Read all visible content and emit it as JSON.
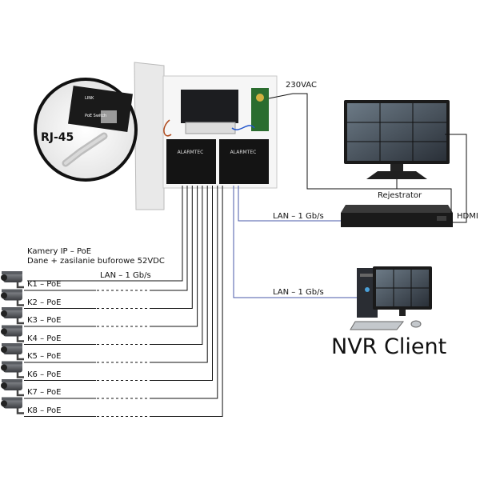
{
  "labels": {
    "power": "230VAC",
    "recorder": "Rejestrator",
    "hdmi": "HDMI",
    "lan_recorder": "LAN – 1 Gb/s",
    "lan_client": "LAN – 1 Gb/s",
    "lan_cameras": "LAN – 1 Gb/s",
    "client": "NVR Client",
    "rj45": "RJ-45",
    "cameras_title_1": "Kamery IP – PoE",
    "cameras_title_2": "Dane + zasilanie buforowe 52VDC"
  },
  "battery_brand": "ALARMTEC",
  "switch_label": "PoE Switch",
  "cameras": [
    "K1 – PoE",
    "K2 – PoE",
    "K3 – PoE",
    "K4 – PoE",
    "K5 – PoE",
    "K6 – PoE",
    "K7 – PoE",
    "K8 – PoE"
  ],
  "colors": {
    "lan_line": "#4a5aa8",
    "wire": "#111111",
    "cabinet": "#f2f2f2"
  }
}
